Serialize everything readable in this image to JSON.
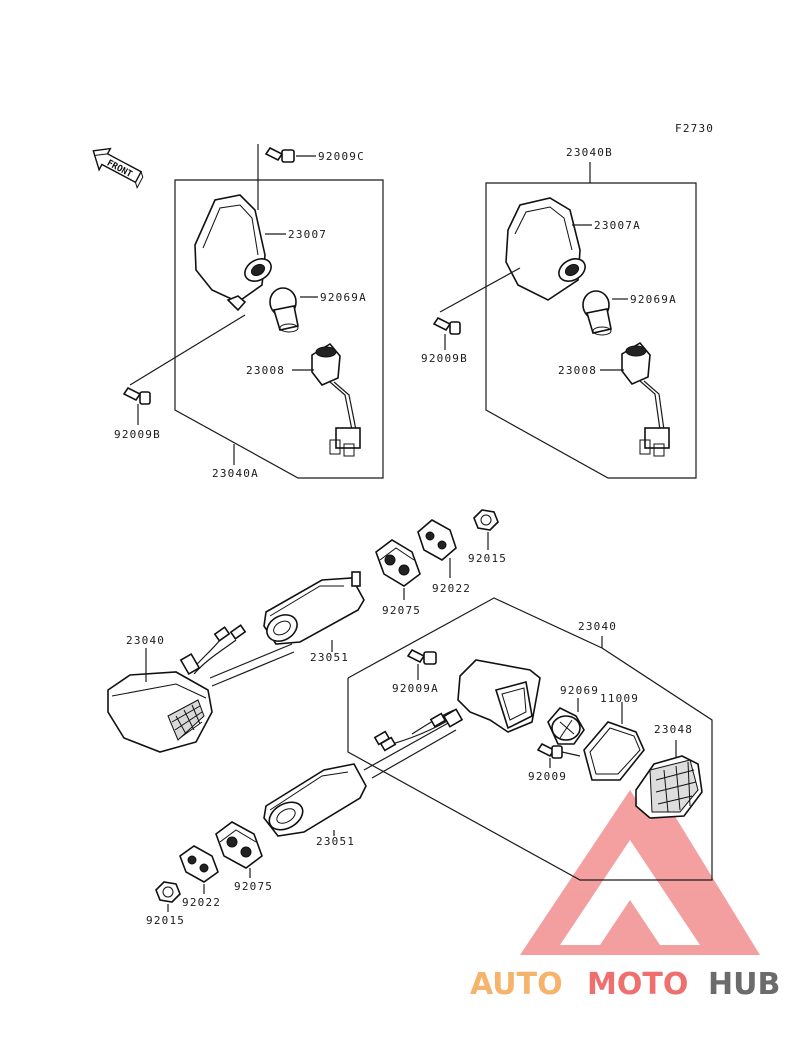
{
  "diagram": {
    "figure_code": "F2730",
    "front_label": "FRONT",
    "labels": {
      "p92009C": "92009C",
      "p23007": "23007",
      "p92069A_left": "92069A",
      "p23008_left": "23008",
      "p92009B_left": "92009B",
      "p23040A": "23040A",
      "p23040B": "23040B",
      "p23007A": "23007A",
      "p92069A_right": "92069A",
      "p92009B_right": "92009B",
      "p23008_right": "23008",
      "p92015_top": "92015",
      "p92022_top": "92022",
      "p92075_top": "92075",
      "p23040_left": "23040",
      "p23051_top": "23051",
      "p23040_right": "23040",
      "p92009A": "92009A",
      "p92069": "92069",
      "p11009": "11009",
      "p23048": "23048",
      "p92009": "92009",
      "p23051_bottom": "23051",
      "p92075_bottom": "92075",
      "p92022_bottom": "92022",
      "p92015_bottom": "92015"
    }
  },
  "watermark": {
    "part1": "AUTO",
    "part2": "MOTO",
    "part3": "HUB",
    "colors": {
      "auto": "#f6b36b",
      "moto": "#ef6f6f",
      "hub": "#6b6b6b",
      "triangle": "#f08080"
    }
  }
}
